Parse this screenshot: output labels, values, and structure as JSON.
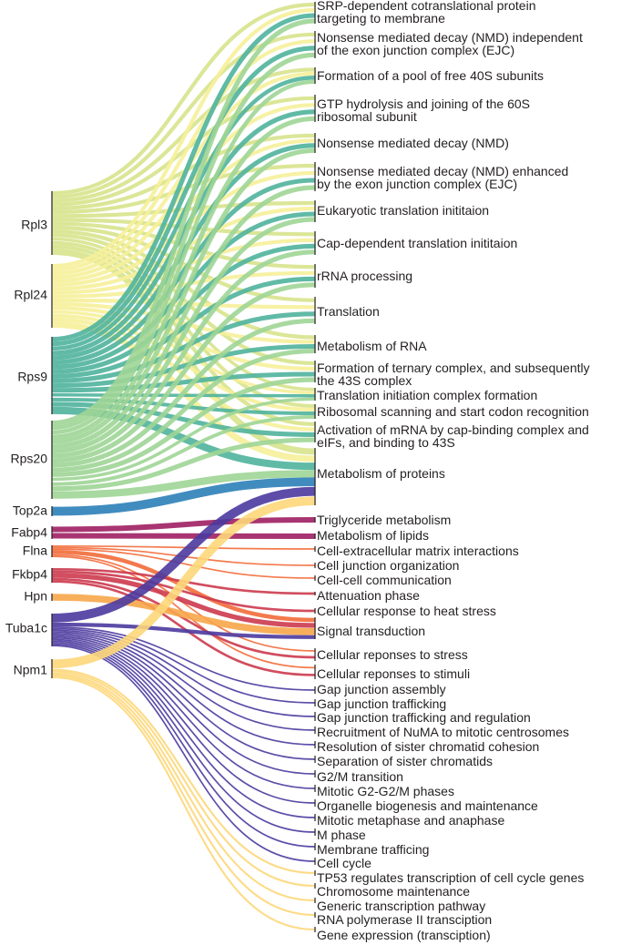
{
  "sources": [
    {
      "label": "Rpl3",
      "color": "#d7e38c"
    },
    {
      "label": "Rpl24",
      "color": "#f6ef9a"
    },
    {
      "label": "Rps9",
      "color": "#4fb39c"
    },
    {
      "label": "Rps20",
      "color": "#9ed596"
    },
    {
      "label": "Top2a",
      "color": "#2c7fb8"
    },
    {
      "label": "Fabp4",
      "color": "#9e1f63"
    },
    {
      "label": "Flna",
      "color": "#f26b3a"
    },
    {
      "label": "Fkbp4",
      "color": "#cc3a4e"
    },
    {
      "label": "Hpn",
      "color": "#f7a64a"
    },
    {
      "label": "Tuba1c",
      "color": "#4b3a9e"
    },
    {
      "label": "Npm1",
      "color": "#fdd77a"
    }
  ],
  "targets": [
    {
      "label": "SRP-dependent cotranslational protein targeting to membrane"
    },
    {
      "label": "Nonsense mediated decay (NMD) independent of the exon junction complex (EJC)"
    },
    {
      "label": "Formation of a pool of free 40S subunits"
    },
    {
      "label": "GTP hydrolysis and joining of the 60S ribosomal subunit"
    },
    {
      "label": "Nonsense mediated decay (NMD)"
    },
    {
      "label": "Nonsense mediated decay (NMD) enhanced by the exon junction complex (EJC)"
    },
    {
      "label": "Eukaryotic translation inititaion"
    },
    {
      "label": "Cap-dependent translation inititaion"
    },
    {
      "label": "rRNA processing"
    },
    {
      "label": "Translation"
    },
    {
      "label": "Metabolism of RNA"
    },
    {
      "label": "Formation of ternary complex, and subsequently the 43S complex"
    },
    {
      "label": "Translation initiation complex formation"
    },
    {
      "label": "Ribosomal scanning and start codon recognition"
    },
    {
      "label": "Activation of mRNA by cap-binding complex and eIFs, and binding to 43S"
    },
    {
      "label": "Metabolism of proteins"
    },
    {
      "label": "Triglyceride metabolism"
    },
    {
      "label": "Metabolism of lipids"
    },
    {
      "label": "Cell-extracellular matrix interactions"
    },
    {
      "label": "Cell junction organization"
    },
    {
      "label": "Cell-cell communication"
    },
    {
      "label": "Attenuation phase"
    },
    {
      "label": "Cellular response to heat stress"
    },
    {
      "label": "Signal transduction"
    },
    {
      "label": "Cellular reponses to stress"
    },
    {
      "label": "Cellular reponses to stimuli"
    },
    {
      "label": "Gap junction assembly"
    },
    {
      "label": "Gap junction trafficking"
    },
    {
      "label": "Gap junction trafficking and regulation"
    },
    {
      "label": "Recruitment of NuMA to mitotic centrosomes"
    },
    {
      "label": "Resolution of sister chromatid cohesion"
    },
    {
      "label": "Separation of sister chromatids"
    },
    {
      "label": "G2/M transition"
    },
    {
      "label": "Mitotic G2-G2/M phases"
    },
    {
      "label": "Organelle biogenesis and maintenance"
    },
    {
      "label": "Mitotic metaphase and anaphase"
    },
    {
      "label": "M phase"
    },
    {
      "label": "Membrane trafficing"
    },
    {
      "label": "Cell cycle"
    },
    {
      "label": "TP53 regulates transcription of cell cycle genes"
    },
    {
      "label": "Chromosome maintenance"
    },
    {
      "label": "Generic transcription pathway"
    },
    {
      "label": "RNA polymerase II transciption"
    },
    {
      "label": "Gene expression (transciption)"
    }
  ]
}
